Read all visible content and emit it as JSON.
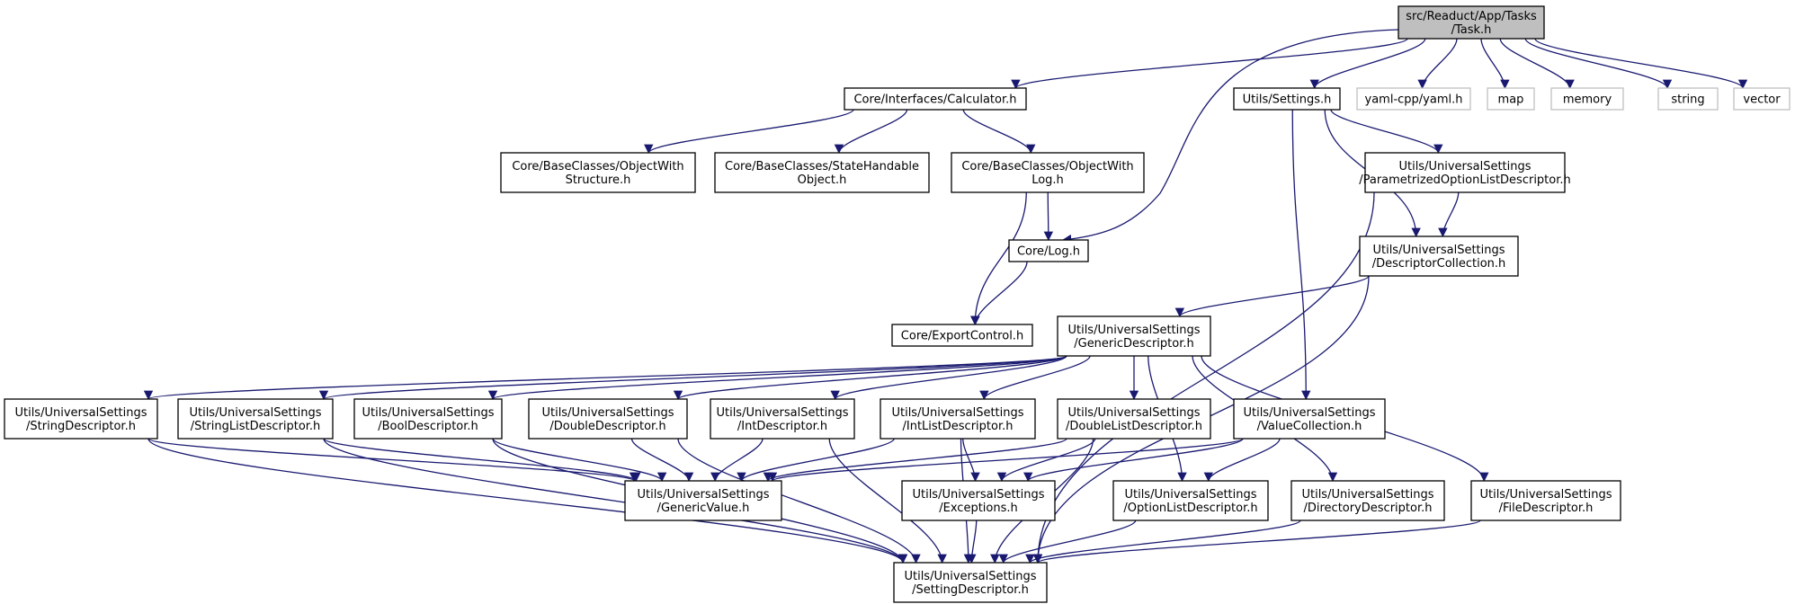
{
  "title": "",
  "colors": {
    "edge": "#191970",
    "root_fill": "#bfbfbf",
    "node_fill": "#ffffff",
    "node_stroke": "#000000",
    "external_stroke": "#bfbfbf"
  },
  "nodes": [
    {
      "id": "task",
      "lines": [
        "src/Readuct/App/Tasks",
        "/Task.h"
      ],
      "kind": "root"
    },
    {
      "id": "calculator",
      "lines": [
        "Core/Interfaces/Calculator.h"
      ],
      "kind": "file"
    },
    {
      "id": "settings",
      "lines": [
        "Utils/Settings.h"
      ],
      "kind": "file"
    },
    {
      "id": "yaml",
      "lines": [
        "yaml-cpp/yaml.h"
      ],
      "kind": "external"
    },
    {
      "id": "map",
      "lines": [
        "map"
      ],
      "kind": "external"
    },
    {
      "id": "memory",
      "lines": [
        "memory"
      ],
      "kind": "external"
    },
    {
      "id": "string",
      "lines": [
        "string"
      ],
      "kind": "external"
    },
    {
      "id": "vector",
      "lines": [
        "vector"
      ],
      "kind": "external"
    },
    {
      "id": "objstructure",
      "lines": [
        "Core/BaseClasses/ObjectWith",
        "Structure.h"
      ],
      "kind": "file"
    },
    {
      "id": "statehandable",
      "lines": [
        "Core/BaseClasses/StateHandable",
        "Object.h"
      ],
      "kind": "file"
    },
    {
      "id": "objlog",
      "lines": [
        "Core/BaseClasses/ObjectWith",
        "Log.h"
      ],
      "kind": "file"
    },
    {
      "id": "paramoption",
      "lines": [
        "Utils/UniversalSettings",
        "/ParametrizedOptionListDescriptor.h"
      ],
      "kind": "file"
    },
    {
      "id": "log",
      "lines": [
        "Core/Log.h"
      ],
      "kind": "file"
    },
    {
      "id": "desccollection",
      "lines": [
        "Utils/UniversalSettings",
        "/DescriptorCollection.h"
      ],
      "kind": "file"
    },
    {
      "id": "exportcontrol",
      "lines": [
        "Core/ExportControl.h"
      ],
      "kind": "file"
    },
    {
      "id": "genericdesc",
      "lines": [
        "Utils/UniversalSettings",
        "/GenericDescriptor.h"
      ],
      "kind": "file"
    },
    {
      "id": "stringdesc",
      "lines": [
        "Utils/UniversalSettings",
        "/StringDescriptor.h"
      ],
      "kind": "file"
    },
    {
      "id": "stringlistdesc",
      "lines": [
        "Utils/UniversalSettings",
        "/StringListDescriptor.h"
      ],
      "kind": "file"
    },
    {
      "id": "booldesc",
      "lines": [
        "Utils/UniversalSettings",
        "/BoolDescriptor.h"
      ],
      "kind": "file"
    },
    {
      "id": "doubledesc",
      "lines": [
        "Utils/UniversalSettings",
        "/DoubleDescriptor.h"
      ],
      "kind": "file"
    },
    {
      "id": "intdesc",
      "lines": [
        "Utils/UniversalSettings",
        "/IntDescriptor.h"
      ],
      "kind": "file"
    },
    {
      "id": "intlistdesc",
      "lines": [
        "Utils/UniversalSettings",
        "/IntListDescriptor.h"
      ],
      "kind": "file"
    },
    {
      "id": "doublelistdesc",
      "lines": [
        "Utils/UniversalSettings",
        "/DoubleListDescriptor.h"
      ],
      "kind": "file"
    },
    {
      "id": "valuecollection",
      "lines": [
        "Utils/UniversalSettings",
        "/ValueCollection.h"
      ],
      "kind": "file"
    },
    {
      "id": "genericvalue",
      "lines": [
        "Utils/UniversalSettings",
        "/GenericValue.h"
      ],
      "kind": "file"
    },
    {
      "id": "exceptions",
      "lines": [
        "Utils/UniversalSettings",
        "/Exceptions.h"
      ],
      "kind": "file"
    },
    {
      "id": "optionlist",
      "lines": [
        "Utils/UniversalSettings",
        "/OptionListDescriptor.h"
      ],
      "kind": "file"
    },
    {
      "id": "directorydesc",
      "lines": [
        "Utils/UniversalSettings",
        "/DirectoryDescriptor.h"
      ],
      "kind": "file"
    },
    {
      "id": "filedesc",
      "lines": [
        "Utils/UniversalSettings",
        "/FileDescriptor.h"
      ],
      "kind": "file"
    },
    {
      "id": "settingdesc",
      "lines": [
        "Utils/UniversalSettings",
        "/SettingDescriptor.h"
      ],
      "kind": "file"
    }
  ],
  "edges": [
    [
      "task",
      "calculator"
    ],
    [
      "task",
      "log"
    ],
    [
      "task",
      "settings"
    ],
    [
      "task",
      "yaml"
    ],
    [
      "task",
      "map"
    ],
    [
      "task",
      "memory"
    ],
    [
      "task",
      "string"
    ],
    [
      "task",
      "vector"
    ],
    [
      "calculator",
      "objstructure"
    ],
    [
      "calculator",
      "statehandable"
    ],
    [
      "calculator",
      "objlog"
    ],
    [
      "objlog",
      "log"
    ],
    [
      "objlog",
      "exportcontrol"
    ],
    [
      "log",
      "exportcontrol"
    ],
    [
      "settings",
      "paramoption"
    ],
    [
      "settings",
      "desccollection"
    ],
    [
      "settings",
      "valuecollection"
    ],
    [
      "paramoption",
      "desccollection"
    ],
    [
      "paramoption",
      "settingdesc"
    ],
    [
      "desccollection",
      "genericdesc"
    ],
    [
      "desccollection",
      "settingdesc"
    ],
    [
      "genericdesc",
      "stringdesc"
    ],
    [
      "genericdesc",
      "stringlistdesc"
    ],
    [
      "genericdesc",
      "booldesc"
    ],
    [
      "genericdesc",
      "doubledesc"
    ],
    [
      "genericdesc",
      "intdesc"
    ],
    [
      "genericdesc",
      "intlistdesc"
    ],
    [
      "genericdesc",
      "doublelistdesc"
    ],
    [
      "genericdesc",
      "optionlist"
    ],
    [
      "genericdesc",
      "directorydesc"
    ],
    [
      "genericdesc",
      "filedesc"
    ],
    [
      "stringdesc",
      "genericvalue"
    ],
    [
      "stringdesc",
      "settingdesc"
    ],
    [
      "stringlistdesc",
      "genericvalue"
    ],
    [
      "stringlistdesc",
      "settingdesc"
    ],
    [
      "booldesc",
      "genericvalue"
    ],
    [
      "booldesc",
      "settingdesc"
    ],
    [
      "doubledesc",
      "genericvalue"
    ],
    [
      "doubledesc",
      "settingdesc"
    ],
    [
      "intdesc",
      "genericvalue"
    ],
    [
      "intdesc",
      "settingdesc"
    ],
    [
      "intlistdesc",
      "genericvalue"
    ],
    [
      "intlistdesc",
      "exceptions"
    ],
    [
      "intlistdesc",
      "settingdesc"
    ],
    [
      "doublelistdesc",
      "genericvalue"
    ],
    [
      "doublelistdesc",
      "exceptions"
    ],
    [
      "doublelistdesc",
      "settingdesc"
    ],
    [
      "valuecollection",
      "genericvalue"
    ],
    [
      "valuecollection",
      "exceptions"
    ],
    [
      "valuecollection",
      "optionlist"
    ],
    [
      "exceptions",
      "settingdesc"
    ],
    [
      "optionlist",
      "settingdesc"
    ],
    [
      "directorydesc",
      "settingdesc"
    ],
    [
      "filedesc",
      "settingdesc"
    ]
  ]
}
